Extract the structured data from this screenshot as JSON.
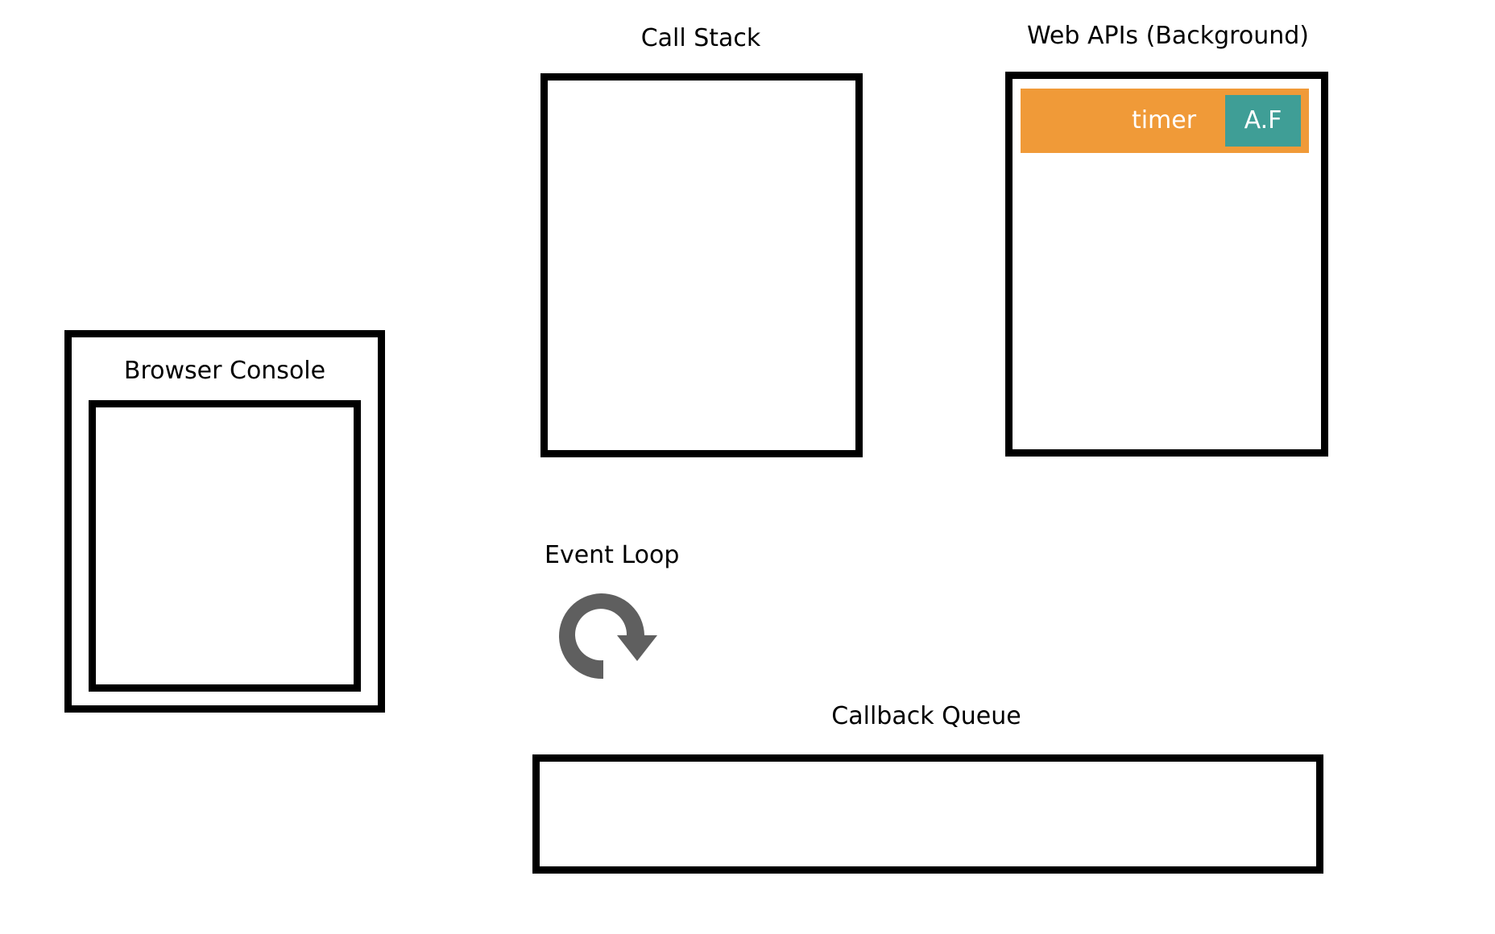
{
  "console": {
    "title": "Browser Console"
  },
  "call_stack": {
    "title": "Call Stack"
  },
  "web_apis": {
    "title": "Web APIs (Background)",
    "items": [
      {
        "label": "timer",
        "callback": "A.F",
        "color": "#f09a38",
        "callback_color": "#3f9e96"
      }
    ]
  },
  "event_loop": {
    "title": "Event Loop",
    "icon": "rotate-clockwise-icon",
    "icon_color": "#5f5f5f"
  },
  "callback_queue": {
    "title": "Callback Queue"
  }
}
